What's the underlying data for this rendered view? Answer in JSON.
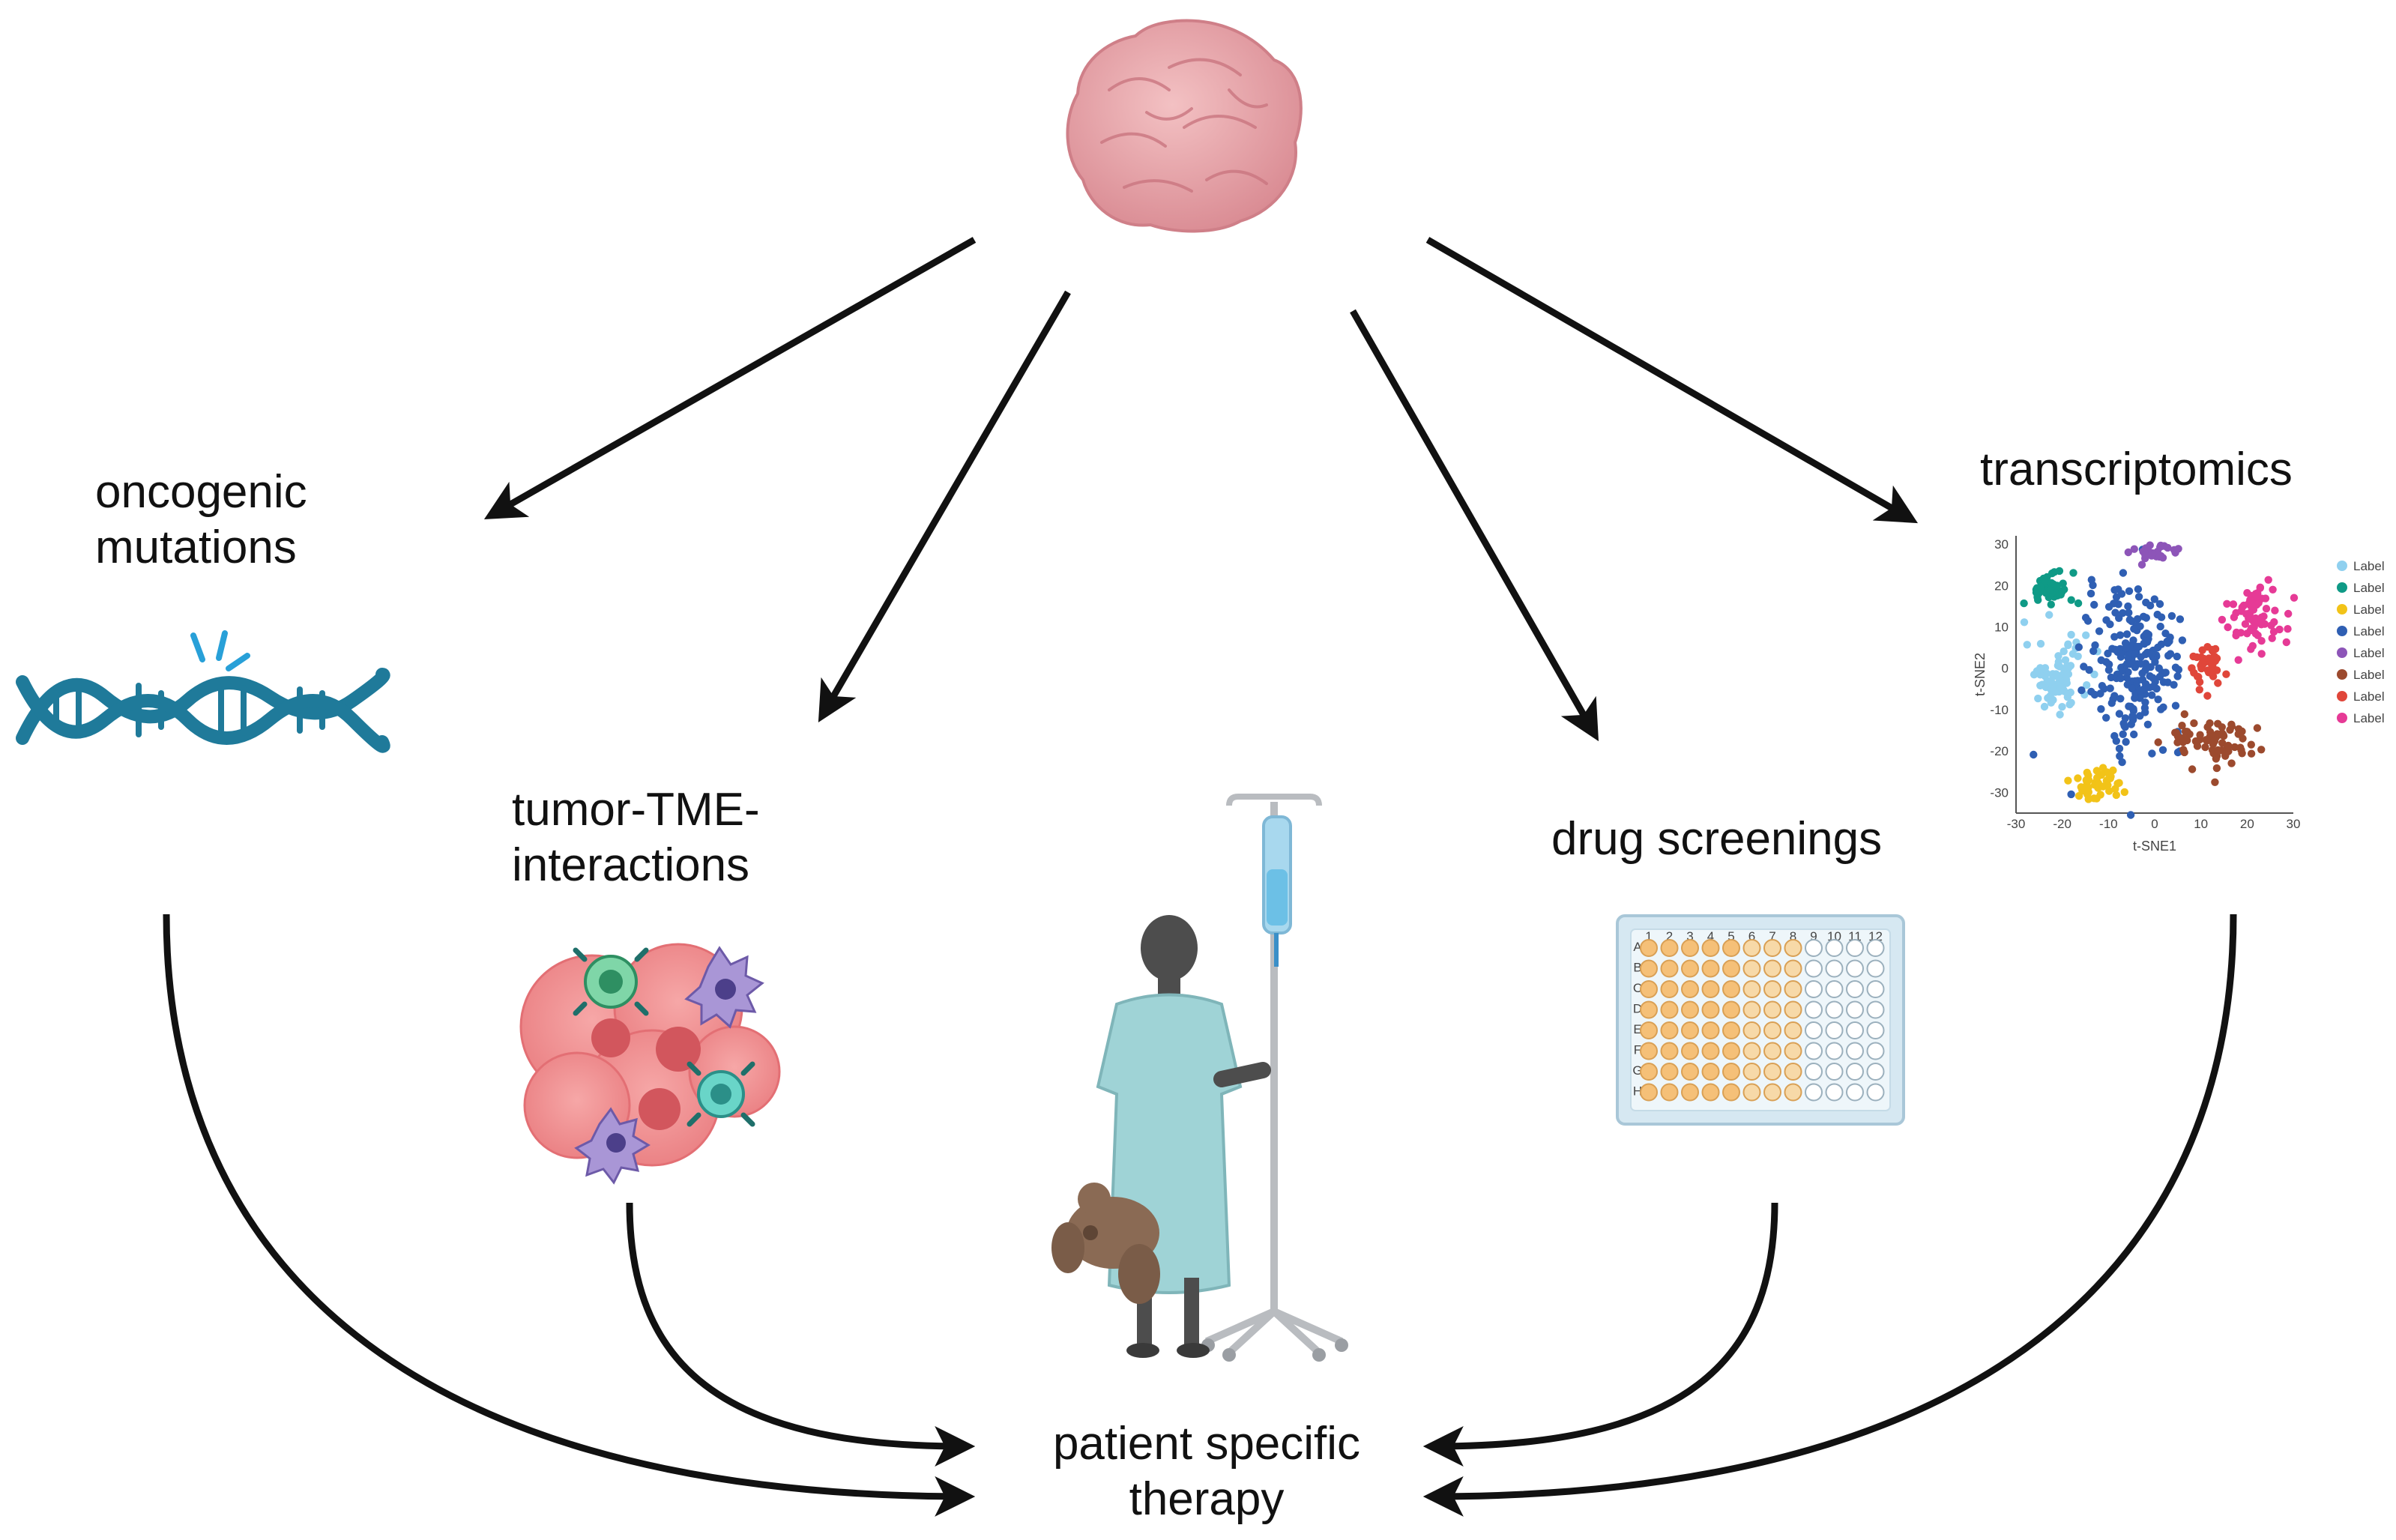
{
  "labels": {
    "oncogenic_line1": "oncogenic",
    "oncogenic_line2": "mutations",
    "tme_line1": "tumor-TME-",
    "tme_line2": "interactions",
    "drug": "drug screenings",
    "transcriptomics": "transcriptomics",
    "therapy_line1": "patient specific",
    "therapy_line2": "therapy"
  },
  "tsne": {
    "xlabel": "t-SNE1",
    "ylabel": "t-SNE2",
    "xticks": [
      "-30",
      "-20",
      "-10",
      "0",
      "10",
      "20",
      "30"
    ],
    "yticks": [
      "30",
      "20",
      "10",
      "0",
      "-10",
      "-20",
      "-30"
    ],
    "legend": [
      "Label",
      "Label",
      "Label",
      "Label",
      "Label",
      "Label",
      "Label",
      "Label"
    ],
    "colors": [
      "#8fd0ef",
      "#0f9a86",
      "#f2c318",
      "#2f5fb3",
      "#8d55b8",
      "#9c4a2e",
      "#e0463a",
      "#e63a96"
    ]
  },
  "plate": {
    "columns": [
      "1",
      "2",
      "3",
      "4",
      "5",
      "6",
      "7",
      "8",
      "9",
      "10",
      "11",
      "12"
    ],
    "rows": [
      "A",
      "B",
      "C",
      "D",
      "E",
      "F",
      "G",
      "H"
    ]
  },
  "colors": {
    "dna": "#1f7a9a",
    "dna_spark": "#28a0d8",
    "tumor": "#e79ea4",
    "gown": "#9fd3d6",
    "skin": "#4d4d4d",
    "bear": "#8a6a54",
    "well_fill": "#f5c078",
    "arrow": "#111111"
  }
}
